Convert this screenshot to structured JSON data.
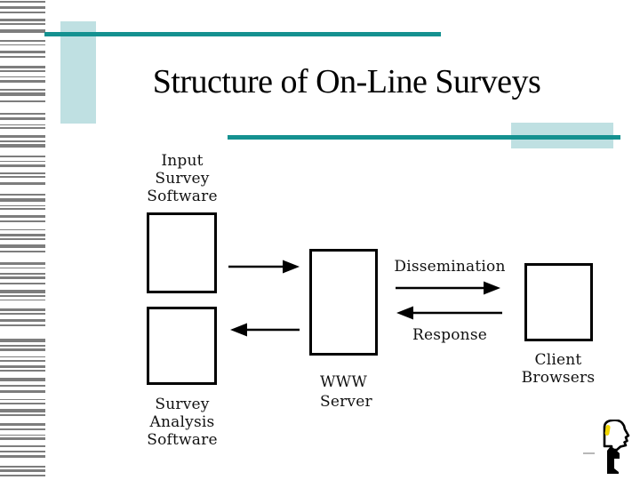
{
  "slide": {
    "title": "Structure of On-Line Surveys",
    "colors": {
      "teal": "#149190",
      "light_teal": "#bfe0e2",
      "stripe_gray": "#7d7d7d",
      "head_yellow": "#f0d500"
    }
  },
  "diagram": {
    "nodes": [
      {
        "id": "input-survey-software",
        "label_lines": [
          "Input",
          "Survey",
          "Software"
        ]
      },
      {
        "id": "survey-analysis-software",
        "label_lines": [
          "Survey",
          "Analysis",
          "Software"
        ]
      },
      {
        "id": "www-server",
        "label_lines": [
          "WWW",
          "Server"
        ]
      },
      {
        "id": "client-browsers",
        "label_lines": [
          "Client",
          "Browsers"
        ]
      }
    ],
    "edges": [
      {
        "from": "input-survey-software",
        "to": "www-server",
        "direction": "right",
        "label": ""
      },
      {
        "from": "www-server",
        "to": "survey-analysis-software",
        "direction": "left",
        "label": ""
      },
      {
        "from": "www-server",
        "to": "client-browsers",
        "direction": "right",
        "label": "Dissemination"
      },
      {
        "from": "client-browsers",
        "to": "www-server",
        "direction": "left",
        "label": "Response"
      }
    ]
  },
  "icons": {
    "bottom_right": "head-profile-icon"
  }
}
